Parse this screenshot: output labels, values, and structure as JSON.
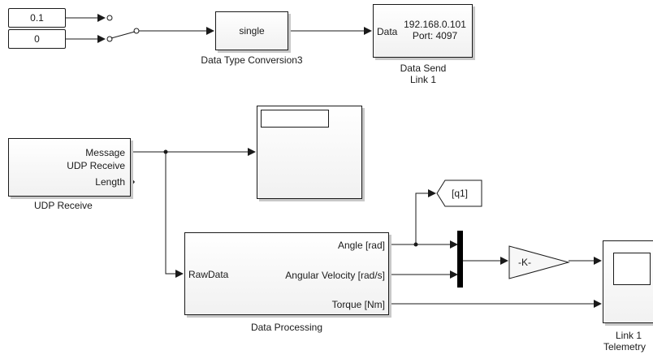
{
  "blocks": {
    "constant_1": {
      "value": "0.1"
    },
    "constant_2": {
      "value": "0"
    },
    "data_type_conversion": {
      "text": "single",
      "label": "Data Type Conversion3"
    },
    "data_send": {
      "port_label": "Data",
      "ip": "192.168.0.101",
      "port": "Port: 4097",
      "label_line1": "Data Send",
      "label_line2": "Link 1"
    },
    "udp_receive": {
      "out_message": "Message",
      "center_text": "UDP Receive",
      "out_length": "Length",
      "label": "UDP Receive"
    },
    "goto_tag": {
      "text": "[q1]"
    },
    "data_processing": {
      "in_port": "RawData",
      "out_angle": "Angle [rad]",
      "out_velocity": "Angular Velocity [rad/s]",
      "out_torque": "Torque [Nm]",
      "label": "Data Processing"
    },
    "gain": {
      "text": "-K-"
    },
    "telemetry": {
      "label_line1": "Link 1",
      "label_line2": "Telemetry"
    }
  },
  "colors": {
    "line": "#1a1a1a",
    "block_border": "#1a1a1a",
    "mux": "#000000",
    "background": "#ffffff"
  }
}
